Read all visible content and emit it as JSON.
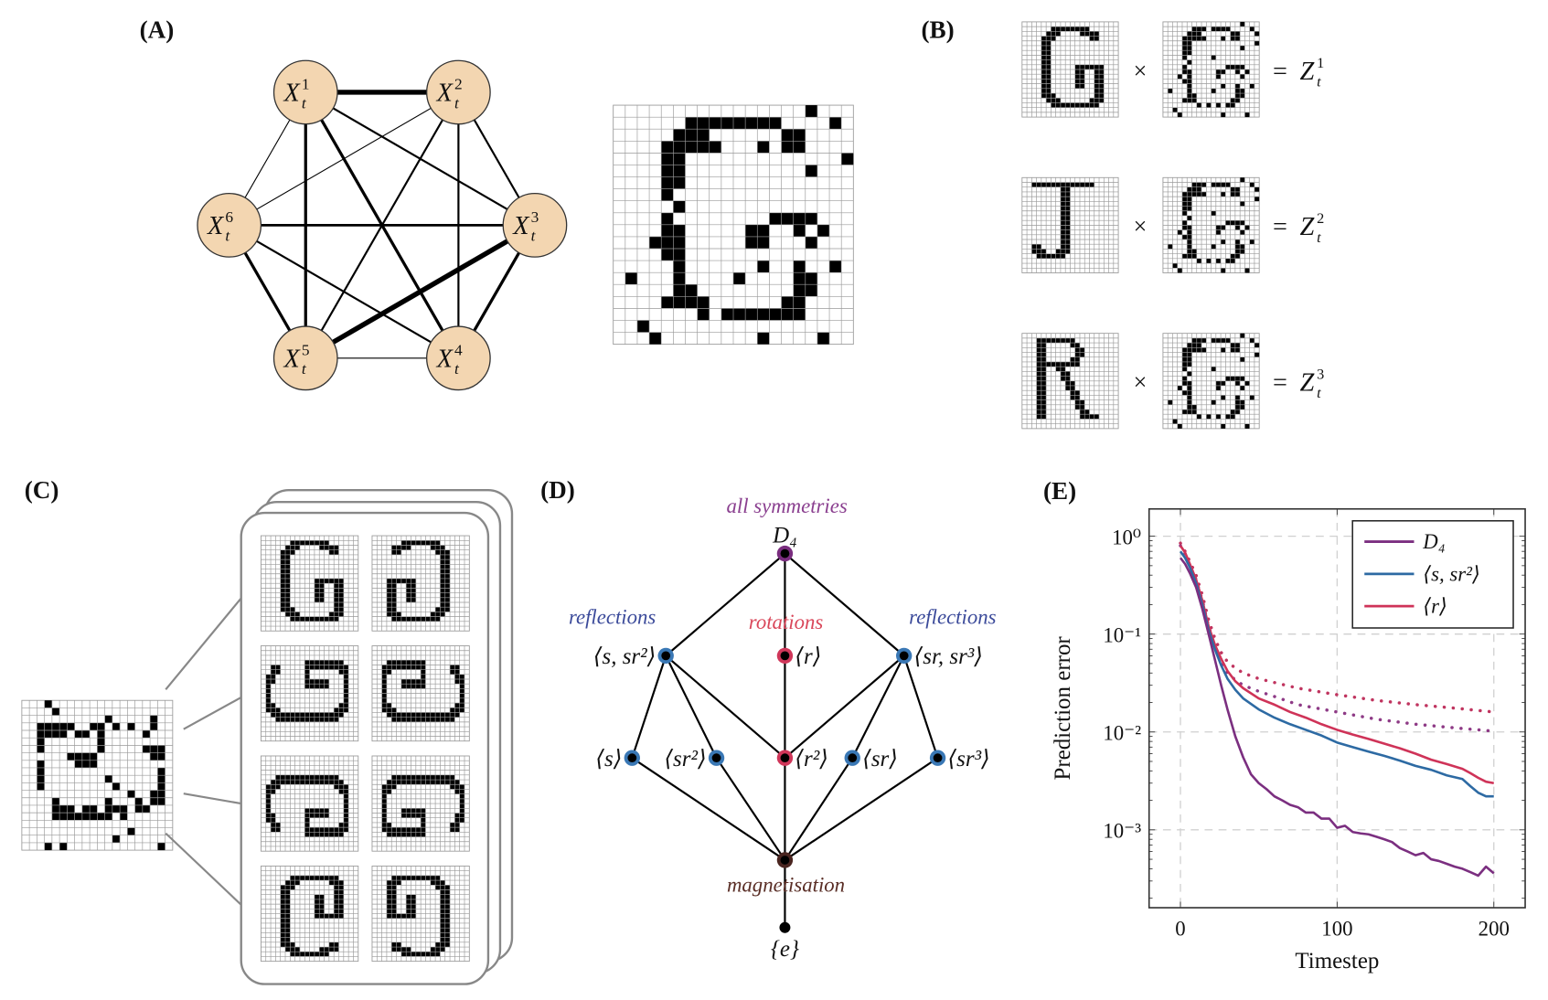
{
  "panels": {
    "A": "(A)",
    "B": "(B)",
    "C": "(C)",
    "D": "(D)",
    "E": "(E)"
  },
  "panel_a": {
    "nodes": [
      {
        "base": "X",
        "sub": "t",
        "sup": "1"
      },
      {
        "base": "X",
        "sub": "t",
        "sup": "2"
      },
      {
        "base": "X",
        "sub": "t",
        "sup": "3"
      },
      {
        "base": "X",
        "sub": "t",
        "sup": "4"
      },
      {
        "base": "X",
        "sub": "t",
        "sup": "5"
      },
      {
        "base": "X",
        "sub": "t",
        "sup": "6"
      }
    ],
    "node_fill": "#f3d6b1"
  },
  "panel_b": {
    "rows": [
      {
        "times": "×",
        "eq": "=",
        "z": "Z",
        "sub": "t",
        "sup": "1"
      },
      {
        "times": "×",
        "eq": "=",
        "z": "Z",
        "sub": "t",
        "sup": "2"
      },
      {
        "times": "×",
        "eq": "=",
        "z": "Z",
        "sub": "t",
        "sup": "3"
      }
    ]
  },
  "panel_d": {
    "captions": {
      "top": {
        "text": "all symmetries",
        "color": "#8a3f8f"
      },
      "refl_left": {
        "text": "reflections",
        "color": "#3b4a9a"
      },
      "rot": {
        "text": "rotations",
        "color": "#d9475a"
      },
      "refl_right": {
        "text": "reflections",
        "color": "#3b4a9a"
      },
      "bottom": {
        "text": "magnetisation",
        "color": "#5a2e26"
      }
    },
    "nodes": {
      "D4": {
        "label": "D₄",
        "color": "#7a2d7f"
      },
      "s_sr2": {
        "label": "⟨s, sr²⟩",
        "color": "#3a78b5"
      },
      "r": {
        "label": "⟨r⟩",
        "color": "#d0375a"
      },
      "sr_sr3": {
        "label": "⟨sr, sr³⟩",
        "color": "#3a78b5"
      },
      "s": {
        "label": "⟨s⟩",
        "color": "#3a78b5"
      },
      "sr2": {
        "label": "⟨sr²⟩",
        "color": "#3a78b5"
      },
      "r2": {
        "label": "⟨r²⟩",
        "color": "#d0375a"
      },
      "sr": {
        "label": "⟨sr⟩",
        "color": "#3a78b5"
      },
      "sr3": {
        "label": "⟨sr³⟩",
        "color": "#3a78b5"
      },
      "mag": {
        "label": "",
        "color": "#4a2520"
      },
      "e": {
        "label": "{e}",
        "color": "#000000"
      }
    }
  },
  "chart_data": {
    "type": "line",
    "title": "",
    "xlabel": "Timestep",
    "ylabel": "Prediction error",
    "xlim": [
      -20,
      220
    ],
    "ylim": [
      0.00016,
      1.9
    ],
    "yscale": "log",
    "grid": true,
    "xticks": [
      0,
      100,
      200
    ],
    "xtick_labels": [
      "0",
      "100",
      "200"
    ],
    "yticks": [
      1,
      0.1,
      0.01,
      0.001
    ],
    "ytick_labels": [
      "10⁰",
      "10⁻¹",
      "10⁻²",
      "10⁻³"
    ],
    "legend": "top-right",
    "series": [
      {
        "name": "D₄",
        "color": "#7b2f80",
        "style": "solid",
        "x": [
          0,
          3,
          6,
          10,
          14,
          18,
          22,
          26,
          30,
          35,
          40,
          45,
          50,
          55,
          60,
          65,
          70,
          75,
          80,
          85,
          90,
          95,
          100,
          105,
          110,
          115,
          120,
          125,
          130,
          135,
          140,
          145,
          150,
          155,
          160,
          165,
          170,
          175,
          180,
          185,
          190,
          195,
          200
        ],
        "y": [
          0.6,
          0.52,
          0.42,
          0.3,
          0.18,
          0.1,
          0.055,
          0.03,
          0.017,
          0.009,
          0.0055,
          0.0037,
          0.003,
          0.0026,
          0.0022,
          0.002,
          0.0018,
          0.0017,
          0.0015,
          0.0015,
          0.0013,
          0.0013,
          0.00105,
          0.0011,
          0.00095,
          0.00092,
          0.0009,
          0.00085,
          0.0008,
          0.00075,
          0.00065,
          0.0006,
          0.00055,
          0.00058,
          0.0005,
          0.00048,
          0.00045,
          0.00042,
          0.0004,
          0.00037,
          0.00034,
          0.00042,
          0.00036
        ]
      },
      {
        "name": "⟨s, sr²⟩",
        "color": "#2d6aa3",
        "style": "solid",
        "x": [
          0,
          3,
          6,
          10,
          14,
          18,
          22,
          26,
          30,
          35,
          40,
          50,
          60,
          70,
          80,
          90,
          100,
          110,
          120,
          130,
          140,
          150,
          160,
          170,
          180,
          185,
          190,
          195,
          200
        ],
        "y": [
          0.7,
          0.6,
          0.48,
          0.33,
          0.2,
          0.11,
          0.07,
          0.048,
          0.035,
          0.027,
          0.022,
          0.017,
          0.014,
          0.012,
          0.0105,
          0.0092,
          0.0078,
          0.007,
          0.0063,
          0.0057,
          0.0051,
          0.0045,
          0.0041,
          0.0036,
          0.0033,
          0.0028,
          0.0024,
          0.0022,
          0.0022
        ]
      },
      {
        "name": "⟨r⟩",
        "color": "#cf3358",
        "style": "solid",
        "x": [
          0,
          3,
          6,
          10,
          14,
          18,
          22,
          26,
          30,
          35,
          40,
          50,
          60,
          70,
          80,
          90,
          100,
          110,
          120,
          130,
          140,
          150,
          160,
          170,
          180,
          185,
          190,
          195,
          200
        ],
        "y": [
          0.8,
          0.68,
          0.52,
          0.36,
          0.22,
          0.12,
          0.078,
          0.056,
          0.042,
          0.033,
          0.028,
          0.022,
          0.019,
          0.016,
          0.014,
          0.012,
          0.0105,
          0.0094,
          0.0085,
          0.0076,
          0.0068,
          0.006,
          0.0052,
          0.0047,
          0.0042,
          0.0038,
          0.0034,
          0.0031,
          0.003
        ]
      },
      {
        "name": "",
        "color": "#c0345f",
        "style": "dotted",
        "x": [
          0,
          3,
          6,
          10,
          14,
          18,
          22,
          26,
          30,
          35,
          40,
          50,
          60,
          75,
          100,
          125,
          150,
          175,
          200
        ],
        "y": [
          0.85,
          0.7,
          0.55,
          0.4,
          0.25,
          0.14,
          0.09,
          0.065,
          0.052,
          0.045,
          0.04,
          0.035,
          0.032,
          0.028,
          0.024,
          0.021,
          0.019,
          0.0175,
          0.016
        ]
      },
      {
        "name": "",
        "color": "#8e3a86",
        "style": "dotted",
        "x": [
          0,
          3,
          6,
          10,
          14,
          18,
          22,
          26,
          30,
          35,
          40,
          50,
          60,
          75,
          100,
          125,
          150,
          175,
          200
        ],
        "y": [
          0.8,
          0.66,
          0.5,
          0.36,
          0.22,
          0.12,
          0.075,
          0.052,
          0.04,
          0.034,
          0.03,
          0.026,
          0.023,
          0.019,
          0.016,
          0.0135,
          0.012,
          0.011,
          0.0102
        ]
      }
    ]
  }
}
